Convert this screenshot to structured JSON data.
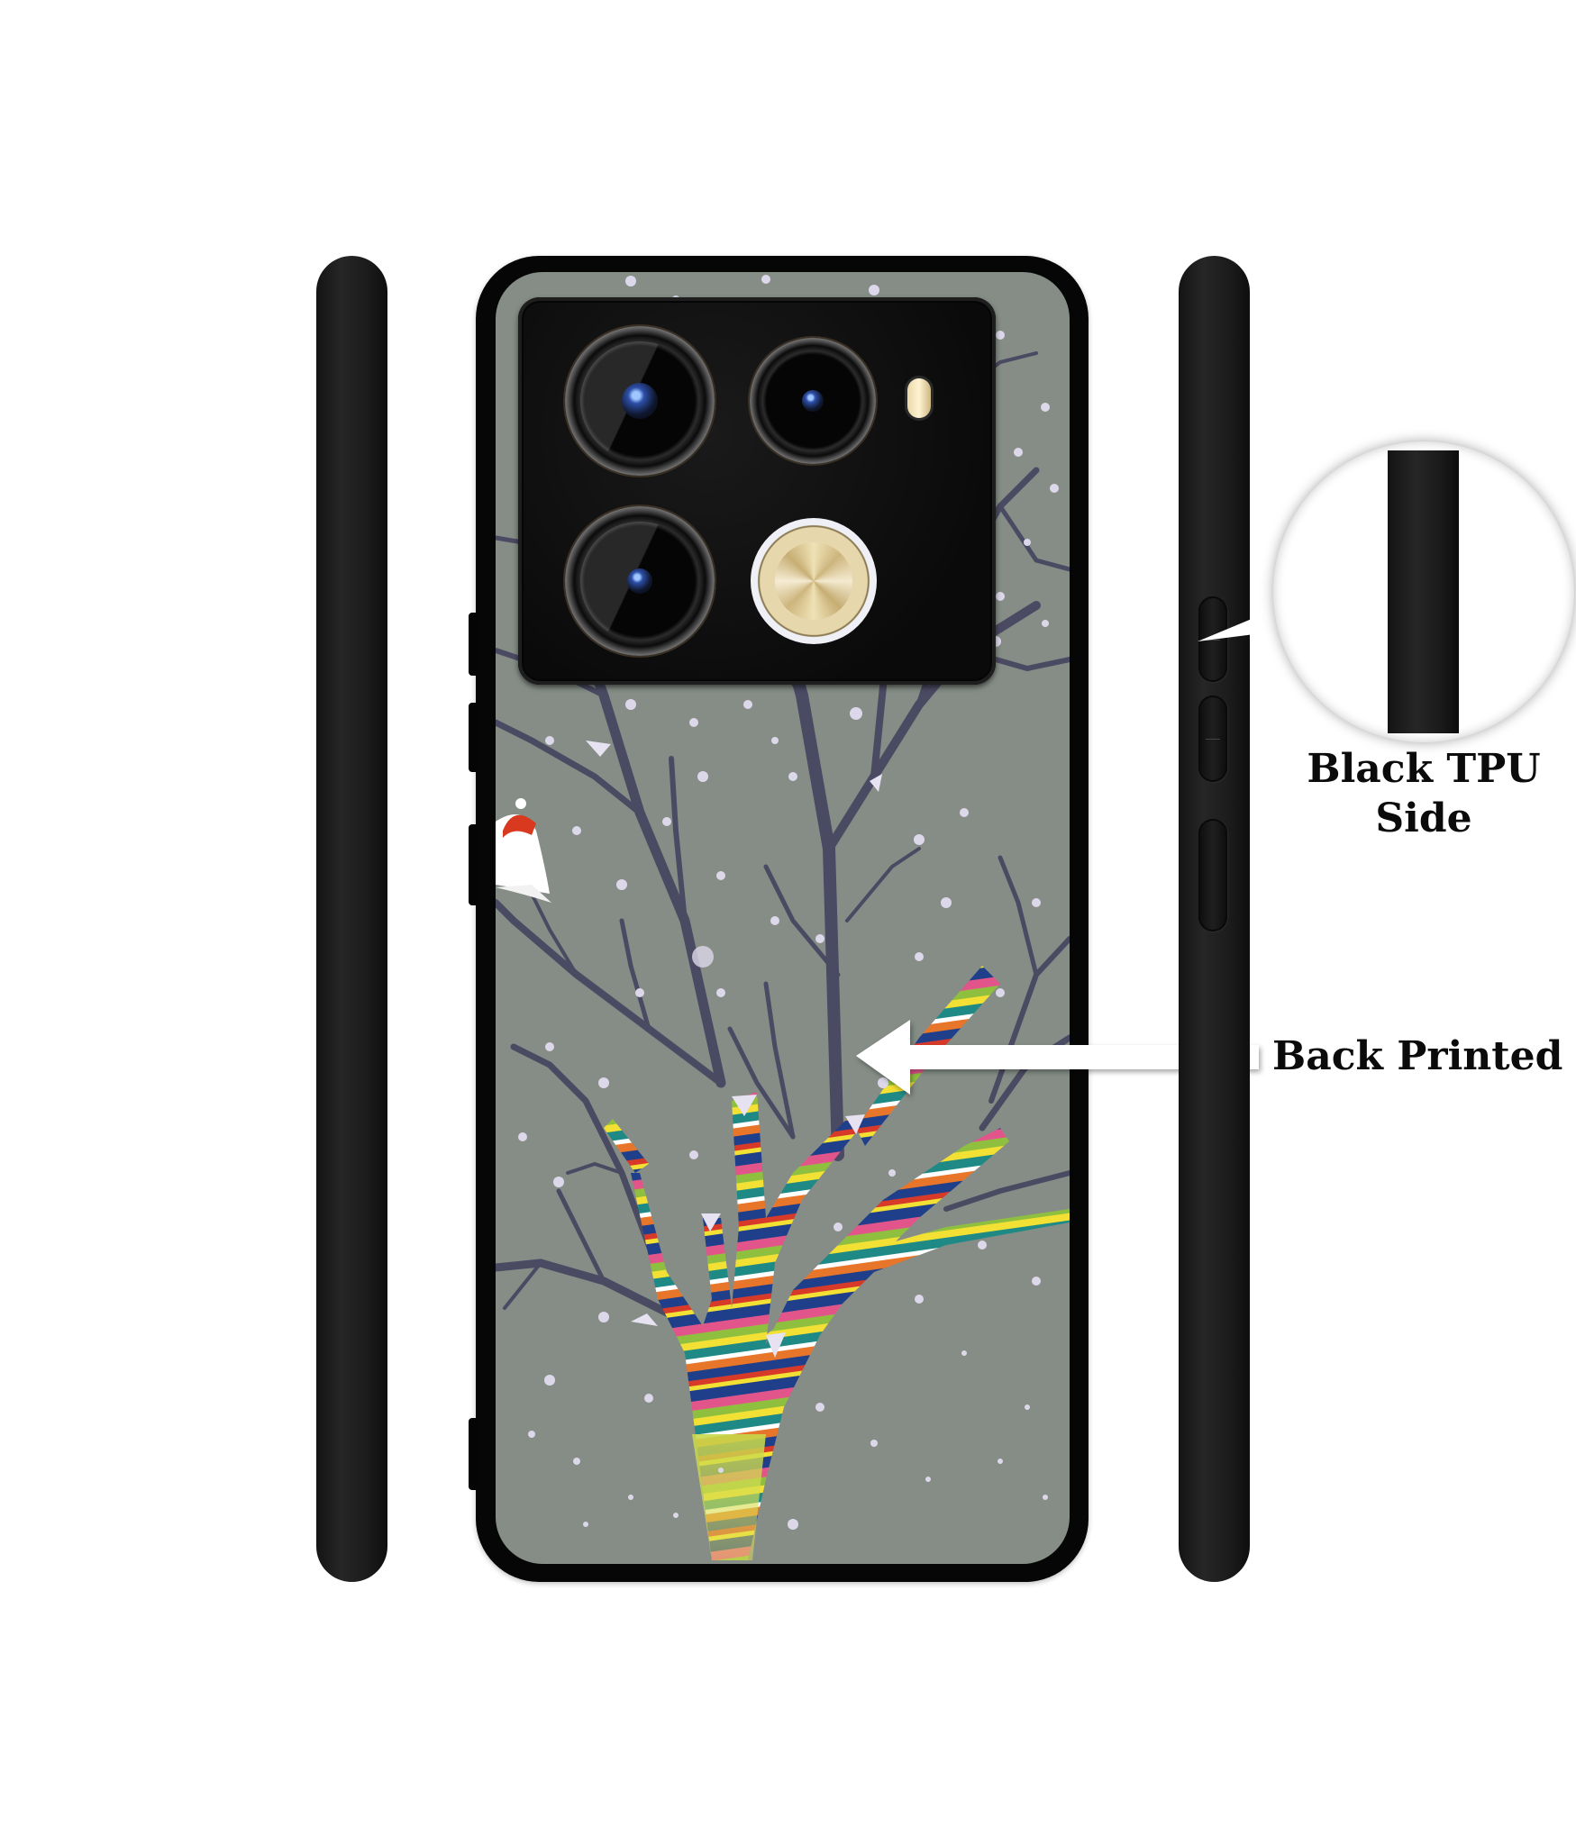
{
  "product": {
    "type": "printed phone back case",
    "design": "winter tree with rainbow-striped trunk, falling snow and bird in red hat"
  },
  "labels": {
    "side_title_line1": "Black TPU",
    "side_title_line2": "Side",
    "back_label": "Back Printed"
  },
  "icons": {
    "arrow": "arrow-left-icon",
    "callout": "magnifier-callout-icon"
  },
  "colors": {
    "background": "#ffffff",
    "case_edge": "#060606",
    "print_background": "#858d86",
    "branch": "#4b4a63",
    "snow": "#dcd8ea",
    "stripes": [
      "#1f3f8a",
      "#e2558a",
      "#8fbf3f",
      "#f2e034",
      "#1f8a85",
      "#e8762a",
      "#d83a2a",
      "#ffffff"
    ],
    "camera_gold": "#e6d7ad",
    "bird_hat": "#d9391f"
  }
}
